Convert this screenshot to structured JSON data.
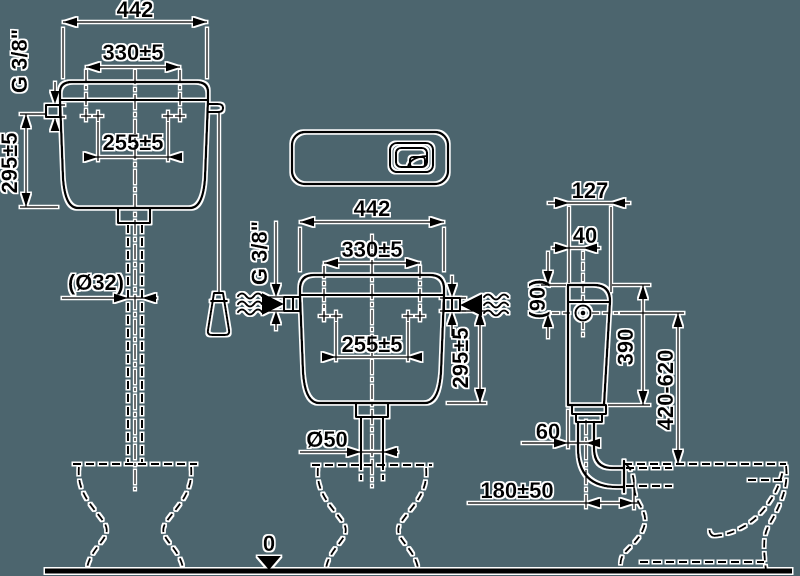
{
  "title": "Cistern installation dimension drawing",
  "colors": {
    "background": "#4c656e",
    "ink": "#000000",
    "halo": "#ffffff"
  },
  "views": {
    "high_level_front": {
      "width": "442",
      "bolt_spacing_outer": "330±5",
      "inlet_thread": "G 3/8\"",
      "bolt_spacing_inner": "255±5",
      "mounting_height": "295±5",
      "flush_pipe_diameter": "(Ø32)"
    },
    "low_level_front": {
      "width": "442",
      "bolt_spacing_outer": "330±5",
      "inlet_thread": "G 3/8\"",
      "bolt_spacing_inner": "255±5",
      "mounting_height": "295±5",
      "outlet_diameter": "Ø50"
    },
    "side": {
      "depth": "127",
      "button_offset": "40",
      "button_height": "(90)",
      "body_height": "390",
      "install_height_range": "420-620",
      "flush_pipe_offset": "60",
      "flush_bend_reach": "180±50"
    },
    "datum": {
      "floor_level": "0"
    }
  }
}
